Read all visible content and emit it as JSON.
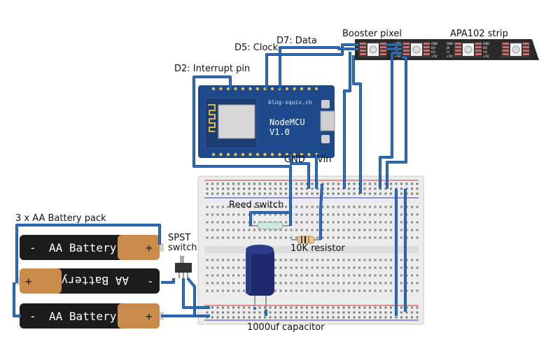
{
  "labels": {
    "booster_pixel": "Booster pixel",
    "apa102_strip": "APA102 strip",
    "d7_data": "D7: Data",
    "d5_clock": "D5: Clock",
    "d2_interrupt": "D2: Interrupt pin",
    "gnd": "GND",
    "vin": "Vin",
    "reed_switch": "Reed switch",
    "resistor": "10K resistor",
    "battery_pack": "3 x AA Battery pack",
    "spst_line1": "SPST",
    "spst_line2": "switch",
    "capacitor": "1000uf capacitor"
  },
  "board": {
    "url": "blog-squix.ch",
    "name_line1": "NodeMCU",
    "name_line2": "V1.0"
  },
  "batteries": {
    "label": "AA Battery",
    "minus": "-",
    "plus": "+"
  },
  "led_pins": {
    "left": [
      "GND",
      "DI",
      "CI",
      "+5V"
    ],
    "right": [
      "GND",
      "DO",
      "CO",
      "+5V"
    ]
  },
  "colors": {
    "wire": "#2f6fbd",
    "wire_edge": "#1b4a86",
    "breadboard": "#e9e9e9",
    "rail_red": "#d33",
    "rail_blue": "#33c",
    "nodemcu": "#1e4a8c",
    "strip": "#2a2a2a",
    "battery_copper": "#c98a4a",
    "battery_black": "#1c1c1c",
    "capacitor": "#1d2a6e"
  }
}
